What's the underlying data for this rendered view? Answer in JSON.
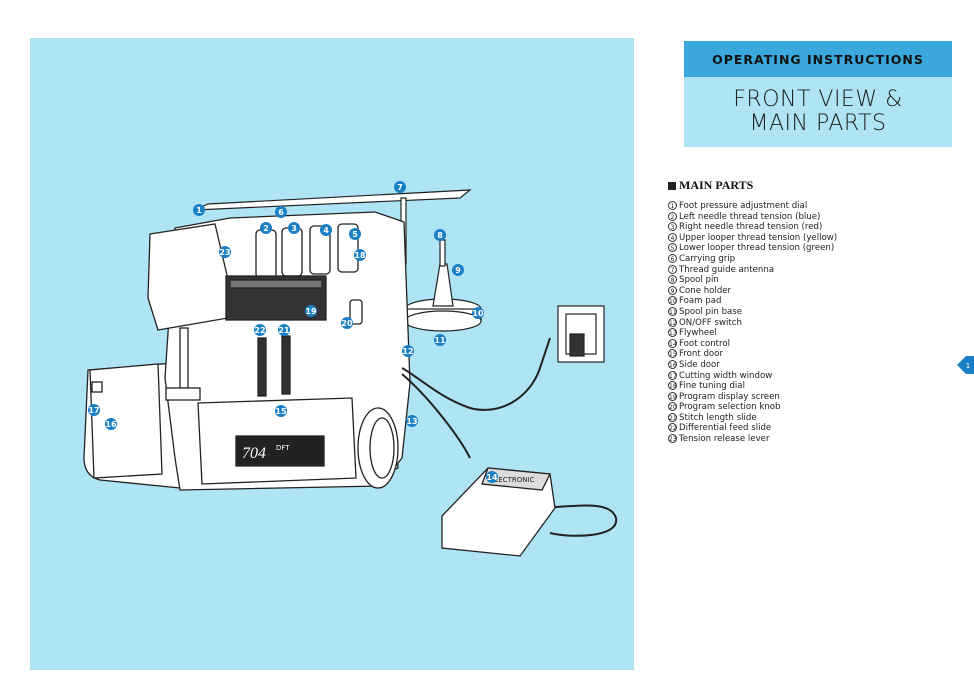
{
  "header": {
    "title": "OPERATING INSTRUCTIONS"
  },
  "title": {
    "line1": "FRONT VIEW &",
    "line2": "MAIN PARTS"
  },
  "section": {
    "heading": "MAIN PARTS"
  },
  "parts": [
    {
      "num": "1",
      "label": "Foot pressure adjustment dial"
    },
    {
      "num": "2",
      "label": "Left needle thread tension (blue)"
    },
    {
      "num": "3",
      "label": "Right needle thread tension (red)"
    },
    {
      "num": "4",
      "label": "Upper looper thread tension (yellow)"
    },
    {
      "num": "5",
      "label": "Lower looper thread tension (green)"
    },
    {
      "num": "6",
      "label": "Carrying grip"
    },
    {
      "num": "7",
      "label": "Thread guide antenna"
    },
    {
      "num": "8",
      "label": "Spool pin"
    },
    {
      "num": "9",
      "label": "Cone holder"
    },
    {
      "num": "10",
      "label": "Foam pad"
    },
    {
      "num": "11",
      "label": "Spool pin base"
    },
    {
      "num": "12",
      "label": "ON/OFF switch"
    },
    {
      "num": "13",
      "label": "Flywheel"
    },
    {
      "num": "14",
      "label": "Foot control"
    },
    {
      "num": "15",
      "label": "Front door"
    },
    {
      "num": "16",
      "label": "Side door"
    },
    {
      "num": "17",
      "label": "Cutting width window"
    },
    {
      "num": "18",
      "label": "Fine tuning dial"
    },
    {
      "num": "19",
      "label": "Program display screen"
    },
    {
      "num": "20",
      "label": "Program selection knob"
    },
    {
      "num": "21",
      "label": "Stitch length slide"
    },
    {
      "num": "22",
      "label": "Differential feed slide"
    },
    {
      "num": "23",
      "label": "Tension release lever"
    }
  ],
  "illustration": {
    "model_label": "704",
    "model_suffix": "DFT",
    "pedal_label": "ELECTRONIC",
    "callouts": [
      "1",
      "2",
      "3",
      "4",
      "5",
      "6",
      "7",
      "8",
      "9",
      "10",
      "11",
      "12",
      "13",
      "14",
      "15",
      "16",
      "17",
      "18",
      "19",
      "20",
      "21",
      "22",
      "23"
    ]
  },
  "page_tab": {
    "number": "1"
  },
  "colors": {
    "accent": "#3aa8dc",
    "panel": "#aee4f4",
    "badge": "#1a7fc4"
  }
}
